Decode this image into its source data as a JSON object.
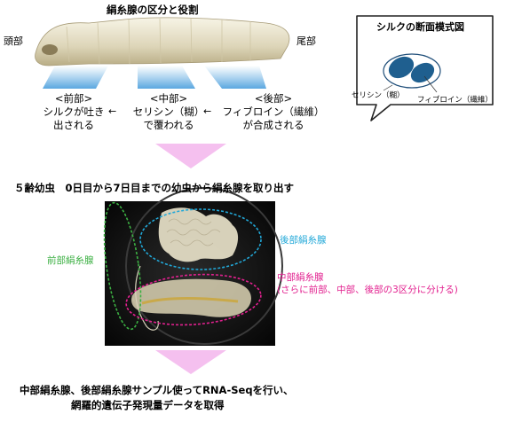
{
  "colors": {
    "beam_blue": "#5aa7e0",
    "flow_pink": "#f5c0ef",
    "anterior_green": "#3cb043",
    "posterior_cyan": "#22a8d8",
    "middle_magenta": "#e2208f",
    "seal_dark": "#1f4e79",
    "seal_light": "#2f7fb5"
  },
  "top": {
    "title": "絹糸腺の区分と役割",
    "head": "頭部",
    "tail": "尾部",
    "regions": [
      {
        "name": "<前部>",
        "line1": "シルクが吐き",
        "line2": "出される"
      },
      {
        "name": "<中部>",
        "line1": "セリシン（糊）",
        "line2": "で覆われる"
      },
      {
        "name": "<後部>",
        "line1": "フィブロイン（繊維）",
        "line2": "が合成される"
      }
    ],
    "arrow": "←"
  },
  "callout": {
    "title": "シルクの断面模式図",
    "sericin": "セリシン（糊）",
    "fibroin": "フィブロイン（繊維）"
  },
  "step1": "５齢幼虫　0日目から7日目までの幼虫から絹糸腺を取り出す",
  "glands": {
    "anterior": "前部絹糸腺",
    "posterior": "後部絹糸腺",
    "middle": "中部絹糸腺",
    "middle_note": "(さらに前部、中部、後部の3区分に分ける)"
  },
  "step2": {
    "line1": "中部絹糸腺、後部絹糸腺サンプル使ってRNA-Seqを行い、",
    "line2": "網羅的遺伝子発現量データを取得"
  }
}
